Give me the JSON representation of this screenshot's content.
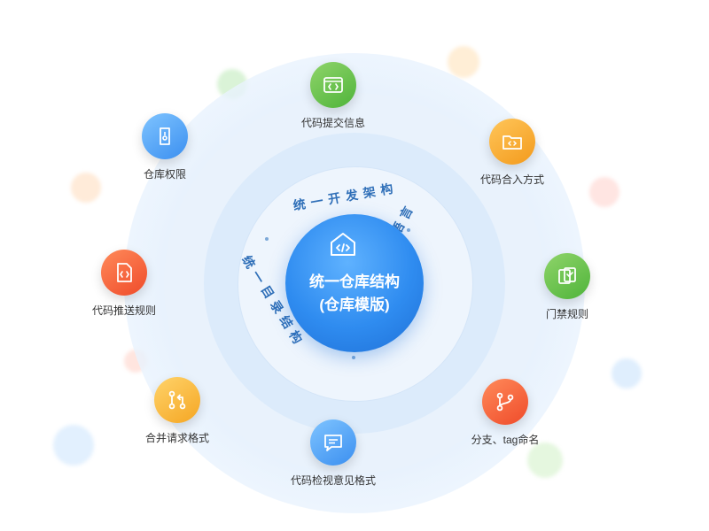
{
  "center": {
    "line1": "统一仓库结构",
    "line2": "(仓库模版)",
    "icon": "code-house-icon"
  },
  "ring_labels": {
    "top": "统一开发架构",
    "right": "统一开发语言",
    "left": "统一目录结构"
  },
  "nodes": [
    {
      "label": "代码提交信息",
      "icon": "code-window-icon",
      "color": "#5dbb45"
    },
    {
      "label": "代码合入方式",
      "icon": "code-folder-icon",
      "color": "#f5a623"
    },
    {
      "label": "门禁规则",
      "icon": "gate-rule-icon",
      "color": "#5dbb45"
    },
    {
      "label": "分支、tag命名",
      "icon": "branch-icon",
      "color": "#ef5a2e"
    },
    {
      "label": "代码检视意见格式",
      "icon": "comment-icon",
      "color": "#3b8ff0"
    },
    {
      "label": "合并请求格式",
      "icon": "merge-request-icon",
      "color": "#f5a623"
    },
    {
      "label": "代码推送规则",
      "icon": "code-file-icon",
      "color": "#ef5a2e"
    },
    {
      "label": "仓库权限",
      "icon": "lock-icon",
      "color": "#3b8ff0"
    }
  ]
}
